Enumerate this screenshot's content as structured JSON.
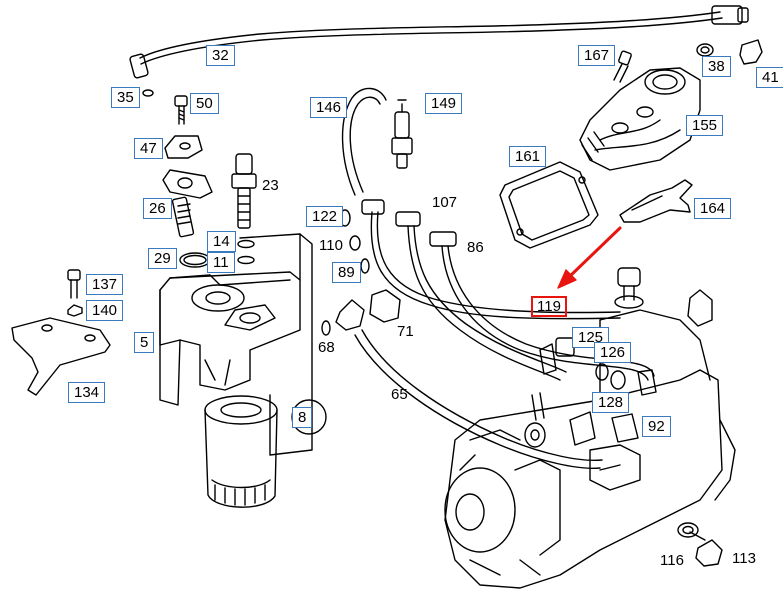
{
  "diagram": {
    "accent_highlight": "#e8140f",
    "box_border": "#3a7bbf",
    "labels": {
      "p32": "32",
      "p35": "35",
      "p50": "50",
      "p47": "47",
      "p26": "26",
      "p23": "23",
      "p14": "14",
      "p11": "11",
      "p29": "29",
      "p137": "137",
      "p140": "140",
      "p134": "134",
      "p5": "5",
      "p8": "8",
      "p146": "146",
      "p149": "149",
      "p122": "122",
      "p110": "110",
      "p89": "89",
      "p107": "107",
      "p86": "86",
      "p68": "68",
      "p71": "71",
      "p65": "65",
      "p161": "161",
      "p164": "164",
      "p167": "167",
      "p155": "155",
      "p38": "38",
      "p41": "41",
      "p119": "119",
      "p125": "125",
      "p126": "126",
      "p128": "128",
      "p92": "92",
      "p116": "116",
      "p113": "113"
    }
  }
}
